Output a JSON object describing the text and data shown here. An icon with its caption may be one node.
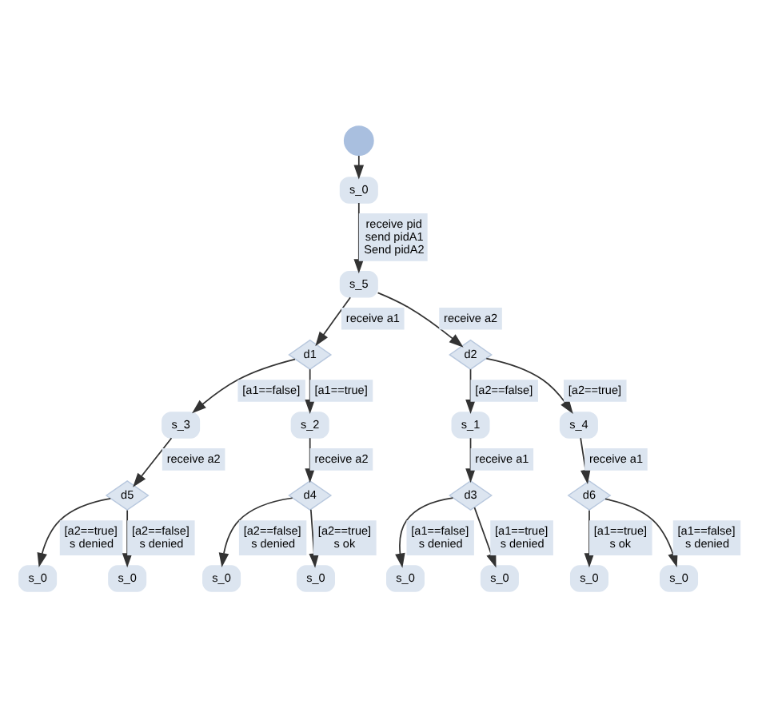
{
  "diagram": {
    "nodes": [
      {
        "text": [],
        "shape": "circle"
      },
      {
        "text": [
          "s_0"
        ]
      },
      {
        "text": [
          "s_5"
        ]
      },
      {
        "text": [
          "d1"
        ]
      },
      {
        "text": [
          "d2"
        ]
      },
      {
        "text": [
          "s_3"
        ]
      },
      {
        "text": [
          "s_2"
        ]
      },
      {
        "text": [
          "s_1"
        ]
      },
      {
        "text": [
          "s_4"
        ]
      },
      {
        "text": [
          "d5"
        ]
      },
      {
        "text": [
          "d4"
        ]
      },
      {
        "text": [
          "d3"
        ]
      },
      {
        "text": [
          "d6"
        ]
      },
      {
        "text": [
          "s_0"
        ]
      },
      {
        "text": [
          "s_0"
        ]
      },
      {
        "text": [
          "s_0"
        ]
      },
      {
        "text": [
          "s_0"
        ]
      },
      {
        "text": [
          "s_0"
        ]
      },
      {
        "text": [
          "s_0"
        ]
      },
      {
        "text": [
          "s_0"
        ]
      },
      {
        "text": [
          "s_0"
        ]
      }
    ],
    "edges": [
      {
        "from": 0,
        "to": 1,
        "arrow": "to"
      },
      {
        "from": 1,
        "to": 2,
        "arrow": "to",
        "label": "receive pid send pidA1 Send pidA2"
      },
      {
        "from": 2,
        "to": 3,
        "arrow": "to",
        "label": "receive a1"
      },
      {
        "from": 2,
        "to": 4,
        "arrow": "to",
        "label": "receive a2"
      },
      {
        "from": 3,
        "to": 5,
        "arrow": "to",
        "label": "[a1==false]"
      },
      {
        "from": 3,
        "to": 6,
        "arrow": "to",
        "label": "[a1==true]"
      },
      {
        "from": 4,
        "to": 7,
        "arrow": "to",
        "label": "[a2==false]"
      },
      {
        "from": 4,
        "to": 8,
        "arrow": "to",
        "label": "[a2==true]"
      },
      {
        "from": 5,
        "to": 9,
        "arrow": "to",
        "label": "receive a2"
      },
      {
        "from": 6,
        "to": 10,
        "arrow": "to",
        "label": "receive a2"
      },
      {
        "from": 7,
        "to": 11,
        "arrow": "to",
        "label": "receive a1"
      },
      {
        "from": 8,
        "to": 12,
        "arrow": "to",
        "label": "receive a1"
      },
      {
        "from": 9,
        "to": 13,
        "arrow": "to",
        "label": "[a2==true] s denied"
      },
      {
        "from": 9,
        "to": 14,
        "arrow": "to",
        "label": "[a2==false] s denied"
      },
      {
        "from": 10,
        "to": 15,
        "arrow": "to",
        "label": "[a2==false] s denied"
      },
      {
        "from": 10,
        "to": 16,
        "arrow": "to",
        "label": "[a2==true] s ok"
      },
      {
        "from": 11,
        "to": 17,
        "arrow": "to",
        "label": "[a1==false] s denied"
      },
      {
        "from": 11,
        "to": 18,
        "arrow": "to",
        "label": "[a1==true] s denied"
      },
      {
        "from": 12,
        "to": 19,
        "arrow": "to",
        "label": "[a1==true] s ok"
      },
      {
        "from": 12,
        "to": 20,
        "arrow": "to",
        "label": "[a1==false] s denied"
      }
    ]
  }
}
